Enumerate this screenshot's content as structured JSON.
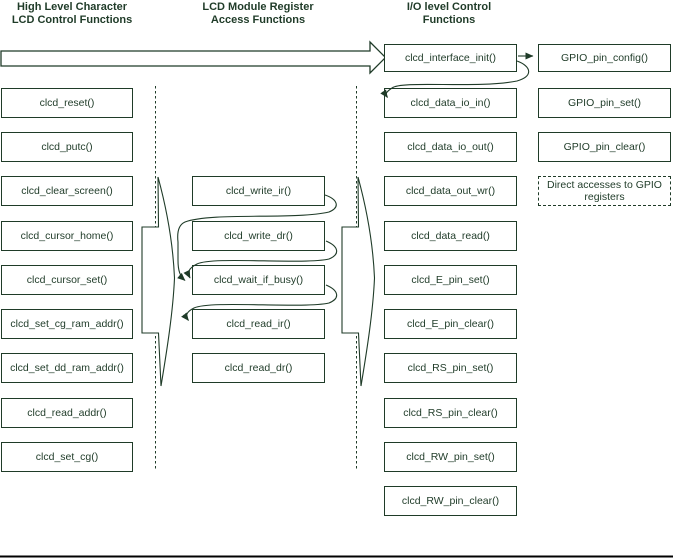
{
  "colors": {
    "ink": "#1f3b28",
    "rule": "#000000"
  },
  "headers": [
    {
      "lines": [
        "High Level Character",
        "LCD Control Functions"
      ]
    },
    {
      "lines": [
        "LCD Module Register",
        "Access Functions"
      ]
    },
    {
      "lines": [
        "I/O level Control",
        "Functions"
      ]
    }
  ],
  "high_level": {
    "items": [
      "clcd_reset()",
      "clcd_putc()",
      "clcd_clear_screen()",
      "clcd_cursor_home()",
      "clcd_cursor_set()",
      "clcd_set_cg_ram_addr()",
      "clcd_set_dd_ram_addr()",
      "clcd_read_addr()",
      "clcd_set_cg()"
    ]
  },
  "register_access": {
    "items": [
      "clcd_write_ir()",
      "clcd_write_dr()",
      "clcd_wait_if_busy()",
      "clcd_read_ir()",
      "clcd_read_dr()"
    ]
  },
  "io_level": {
    "items": [
      "clcd_interface_init()",
      "clcd_data_io_in()",
      "clcd_data_io_out()",
      "clcd_data_out_wr()",
      "clcd_data_read()",
      "clcd_E_pin_set()",
      "clcd_E_pin_clear()",
      "clcd_RS_pin_set()",
      "clcd_RS_pin_clear()",
      "clcd_RW_pin_set()",
      "clcd_RW_pin_clear()"
    ]
  },
  "gpio": {
    "items": [
      "GPIO_pin_config()",
      "GPIO_pin_set()",
      "GPIO_pin_clear()"
    ],
    "note": "Direct accesses to GPIO registers"
  }
}
